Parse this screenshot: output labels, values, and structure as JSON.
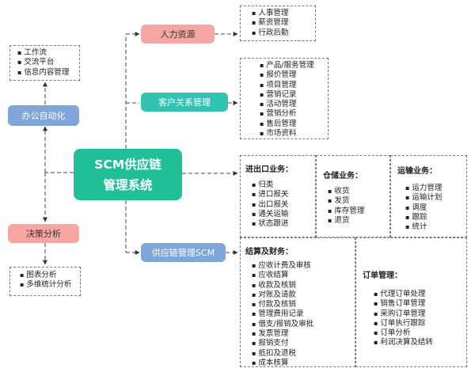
{
  "center": {
    "line1": "SCM供应链",
    "line2": "管理系统"
  },
  "branches": {
    "office": {
      "label": "办公自动化",
      "items": [
        "工作流",
        "交流平台",
        "信息内容管理"
      ]
    },
    "decision": {
      "label": "决策分析",
      "items": [
        "图表分析",
        "多维统计分析"
      ]
    },
    "hr": {
      "label": "人力资源",
      "items": [
        "人事管理",
        "薪资管理",
        "行政后勤"
      ]
    },
    "crm": {
      "label": "客户关系管理",
      "items": [
        "产品/服务管理",
        "报价管理",
        "项目管理",
        "营销记录",
        "活动管理",
        "营销分析",
        "售后管理",
        "市场资料"
      ]
    },
    "scm": {
      "label": "供应链管理SCM",
      "import_export": {
        "title": "进出口业务：",
        "items": [
          "归类",
          "进口报关",
          "出口报关",
          "通关运输",
          "状态跟进"
        ]
      },
      "warehouse": {
        "title": "仓储业务：",
        "items": [
          "收货",
          "发货",
          "库存管理",
          "退货"
        ]
      },
      "transport": {
        "title": "运输业务：",
        "items": [
          "运力管理",
          "运输计划",
          "调度",
          "跟踪",
          "统计"
        ]
      },
      "finance": {
        "title": "结算及财务：",
        "items": [
          "应收计费及审核",
          "应收结算",
          "收款及核销",
          "对账及请款",
          "付款及核销",
          "管理费用记录",
          "借支/报销及审批",
          "发票管理",
          "报销支付",
          "抵扣及退税",
          "成本核算"
        ]
      },
      "orders": {
        "title": "订单管理：",
        "items": [
          "代理订单处理",
          "销售订单管理",
          "采购订单管理",
          "订单执行跟踪",
          "订单分析",
          "利润决算及结转"
        ]
      }
    }
  }
}
